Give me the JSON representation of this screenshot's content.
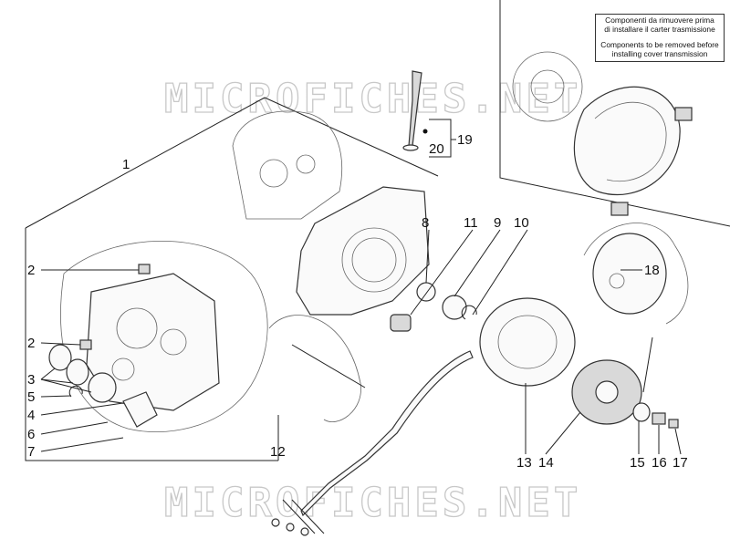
{
  "watermark": {
    "text": "MICROFICHES.NET"
  },
  "notice": {
    "line1_it": "Componenti da rimuovere prima",
    "line2_it": "di installare il carter trasmissione",
    "line1_en": "Components to be removed before",
    "line2_en": "installing cover transmission"
  },
  "labels": {
    "p1": "1",
    "p2a": "2",
    "p2b": "2",
    "p3": "3",
    "p4": "4",
    "p5": "5",
    "p6": "6",
    "p7": "7",
    "p8": "8",
    "p9": "9",
    "p10": "10",
    "p11": "11",
    "p12": "12",
    "p13": "13",
    "p14": "14",
    "p15": "15",
    "p16": "16",
    "p17": "17",
    "p18": "18",
    "p19": "19",
    "p20": "20"
  },
  "colors": {
    "line": "#222222",
    "watermark": "#c8c8c8"
  }
}
